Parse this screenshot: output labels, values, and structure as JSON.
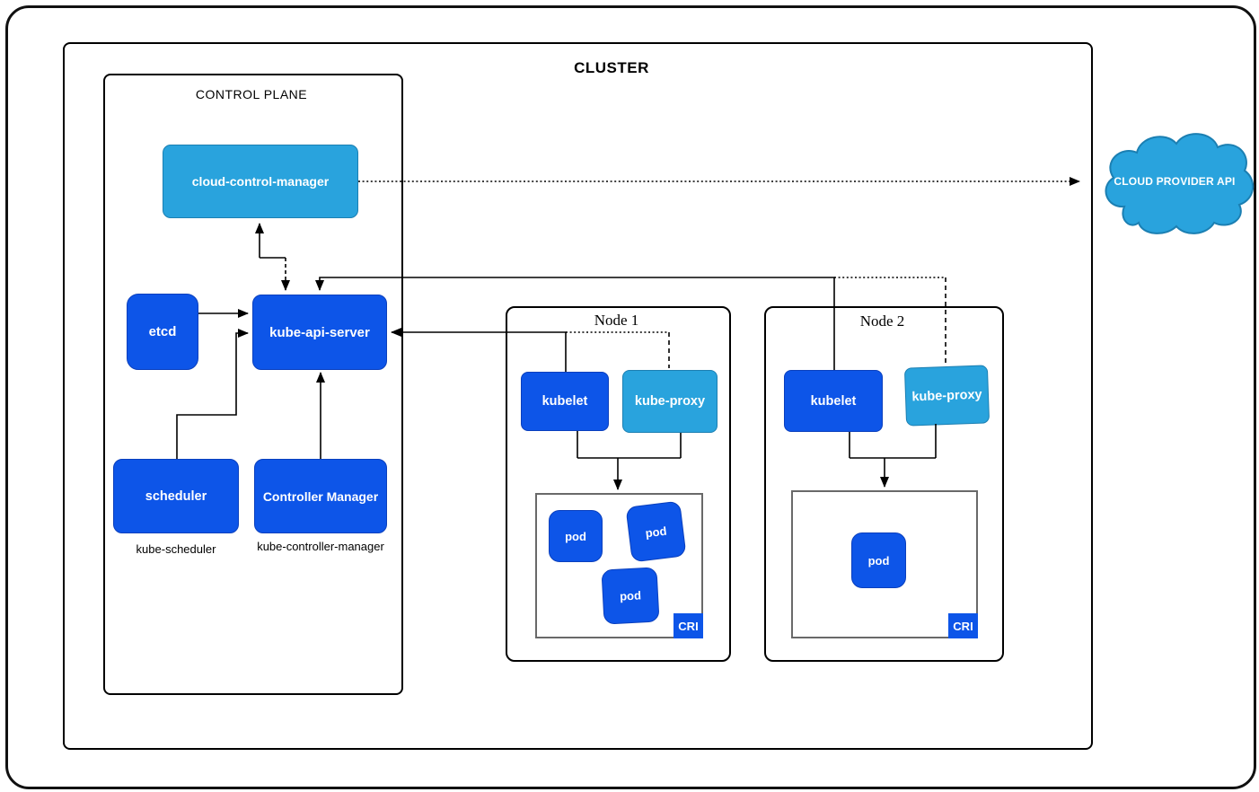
{
  "cluster": {
    "title": "CLUSTER",
    "control_plane": {
      "title": "CONTROL PLANE",
      "cloud_control_manager": "cloud-control-manager",
      "etcd": "etcd",
      "kube_api_server": "kube-api-server",
      "scheduler": "scheduler",
      "controller_manager": "Controller Manager",
      "scheduler_caption": "kube-scheduler",
      "controller_manager_caption": "kube-controller-manager"
    },
    "nodes": [
      {
        "title": "Node 1",
        "kubelet": "kubelet",
        "kube_proxy": "kube-proxy",
        "pods": [
          "pod",
          "pod",
          "pod"
        ],
        "cri": "CRI"
      },
      {
        "title": "Node 2",
        "kubelet": "kubelet",
        "kube_proxy": "kube-proxy",
        "pods": [
          "pod"
        ],
        "cri": "CRI"
      }
    ]
  },
  "external": {
    "cloud_provider_api": "CLOUD PROVIDER API"
  },
  "colors": {
    "primary_blue": "#0d55e8",
    "primary_blue_border": "#0a3fbd",
    "light_blue": "#29a3dd",
    "light_blue_border": "#1b7fb2",
    "pods_container_border": "#696969",
    "line_color": "#000000",
    "background": "#ffffff"
  }
}
